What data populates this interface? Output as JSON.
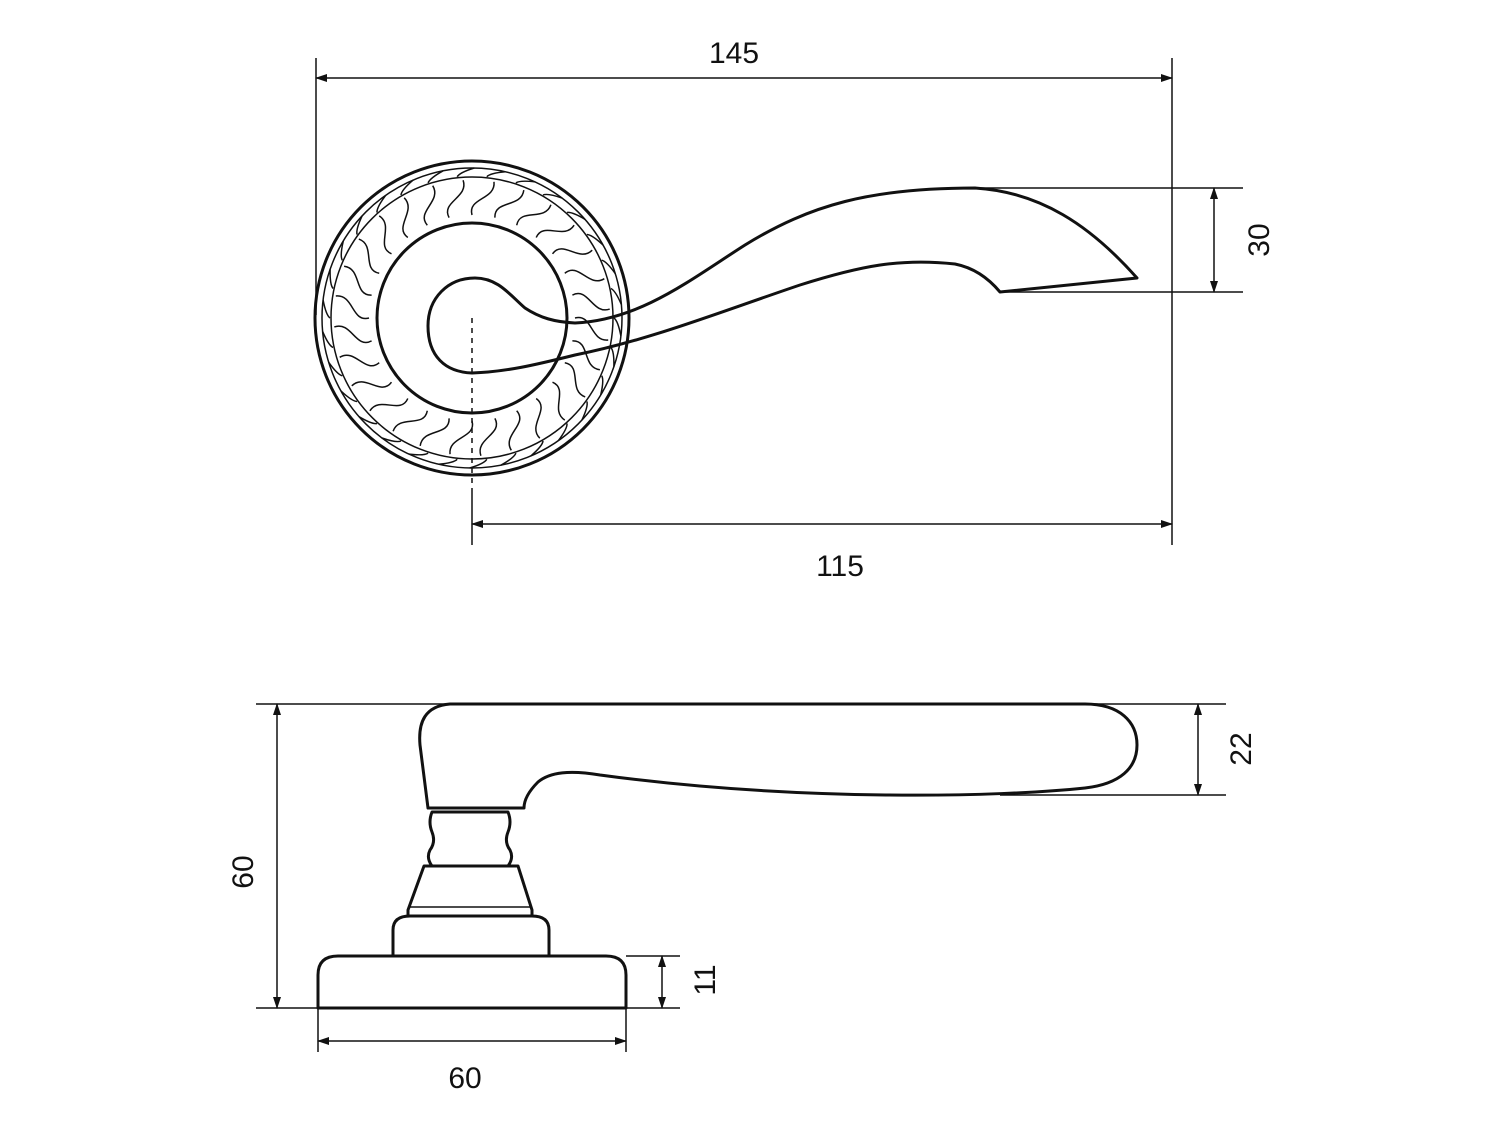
{
  "colors": {
    "line": "#111111",
    "background": "#ffffff"
  },
  "dimensions": {
    "overall_length": "145",
    "lever_length": "115",
    "lever_tip_height": "30",
    "overall_height": "60",
    "lever_thickness": "22",
    "rosette_thickness": "11",
    "rosette_diameter": "60"
  }
}
